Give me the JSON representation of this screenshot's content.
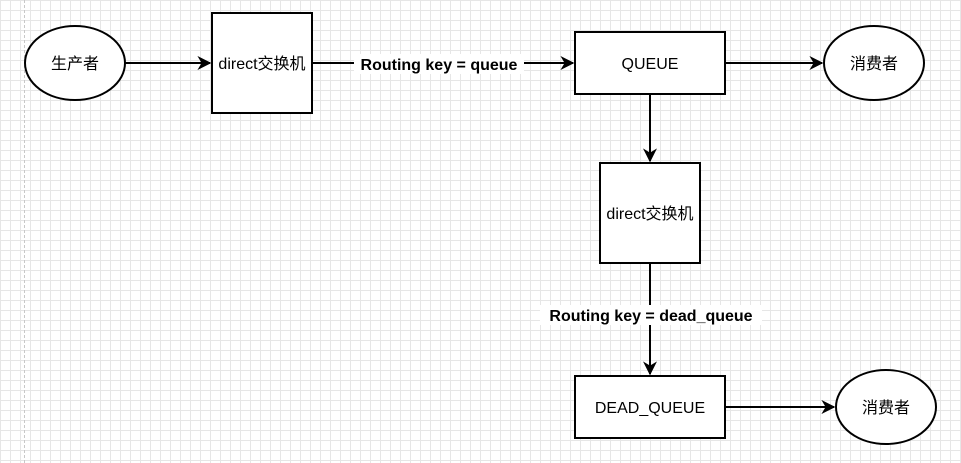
{
  "nodes": {
    "producer": "生产者",
    "exchange_main": "direct交换机",
    "queue": "QUEUE",
    "consumer_main": "消费者",
    "exchange_dead": "direct交换机",
    "dead_queue": "DEAD_QUEUE",
    "consumer_dead": "消费者"
  },
  "edges": {
    "routing_key_queue": "Routing key = queue",
    "routing_key_dead": "Routing key = dead_queue"
  }
}
